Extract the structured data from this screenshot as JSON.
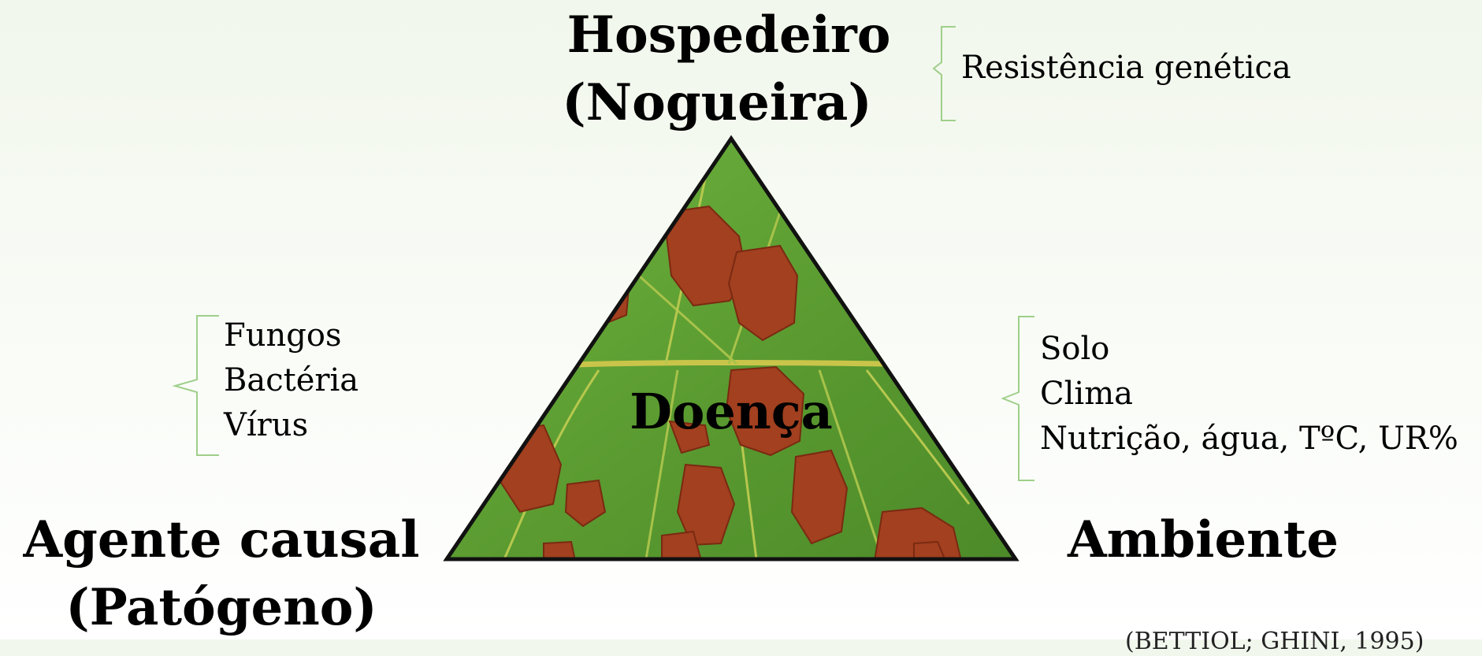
{
  "host": {
    "title_line1": "Hospedeiro",
    "title_line2": "(Nogueira)",
    "factors": [
      "Resistência genética"
    ]
  },
  "pathogen": {
    "title_line1": "Agente causal",
    "title_line2": "(Patógeno)",
    "factors": [
      "Fungos",
      "Bactéria",
      "Vírus"
    ]
  },
  "environment": {
    "title": "Ambiente",
    "factors": [
      "Solo",
      "Clima",
      "Nutrição, água, TºC, UR%"
    ]
  },
  "center_label": "Doença",
  "citation": "(BETTIOL; GHINI, 1995)",
  "colors": {
    "bracket": "#9fcf8a",
    "triangle_stroke": "#111111",
    "leaf_green": "#5f9e35",
    "lesion_red": "#a2401f"
  }
}
